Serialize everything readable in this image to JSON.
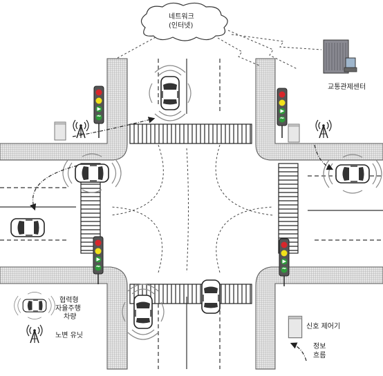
{
  "network": {
    "line1": "네트워크",
    "line2": "(인터넷)"
  },
  "control_center": {
    "label": "교통관제센터"
  },
  "legend": {
    "vehicle_line1": "협력형",
    "vehicle_line2": "자율주행",
    "vehicle_line3": "차량",
    "rsu_label": "노변 유닛"
  },
  "signal_controller": {
    "label": "신호 제어기"
  },
  "info_flow": {
    "line1": "정보",
    "line2": "흐름"
  },
  "colors": {
    "light_red": "#d8262b",
    "light_yellow": "#f2e21a",
    "light_green": "#2e9b3a",
    "road_line": "#333333",
    "sidewalk": "#d9d9d9"
  },
  "icons": [
    "cloud-icon",
    "server-rack-icon",
    "traffic-light-icon",
    "rsu-antenna-icon",
    "signal-controller-icon",
    "autonomous-vehicle-icon"
  ]
}
